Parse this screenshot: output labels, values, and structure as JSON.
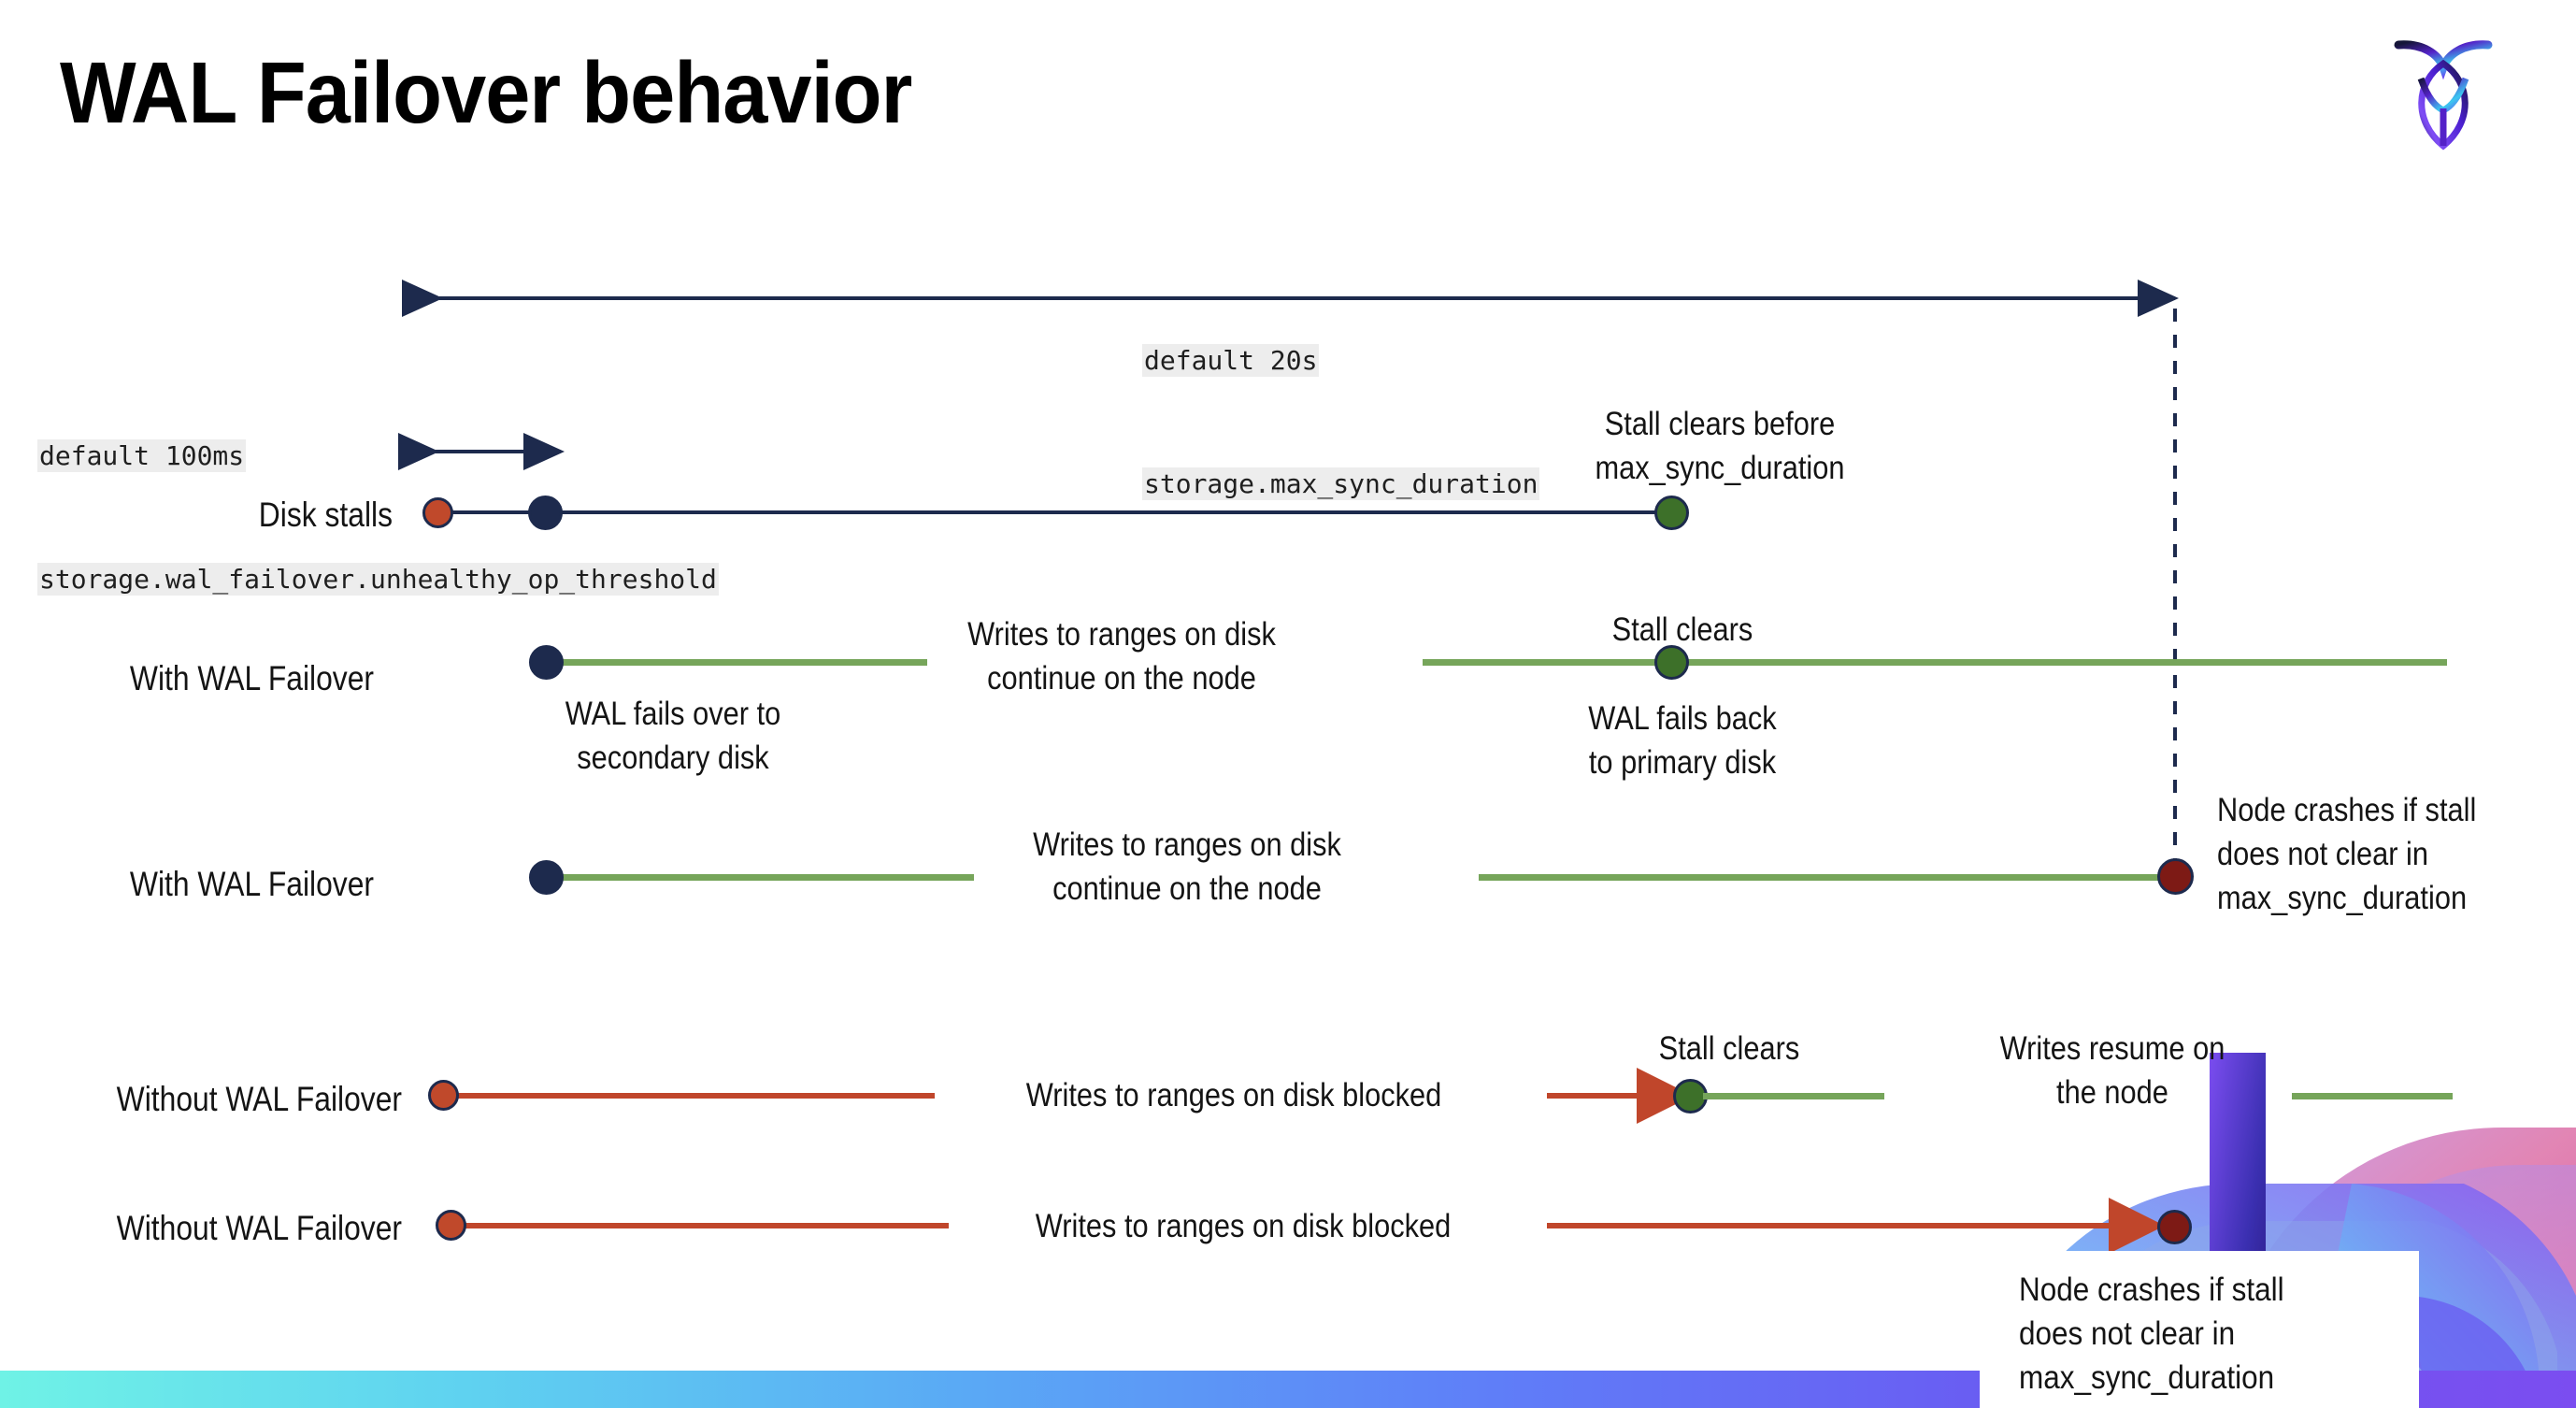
{
  "slide": {
    "title": "WAL Failover behavior",
    "logo_name": "cockroachdb-logo"
  },
  "settings": {
    "top": {
      "default_line": "default 20s",
      "setting_line": "storage.max_sync_duration"
    },
    "left": {
      "default_line": "default 100ms",
      "setting_line": "storage.wal_failover.unhealthy_op_threshold"
    }
  },
  "rows": [
    {
      "label": "Disk stalls",
      "annotations": [
        "Stall clears before\nmax_sync_duration"
      ]
    },
    {
      "label": "With WAL Failover",
      "annotations": [
        "WAL fails over to\nsecondary disk",
        "Writes to ranges on disk\ncontinue on the node",
        "Stall clears",
        "WAL fails  back\nto primary disk"
      ]
    },
    {
      "label": "With WAL Failover",
      "annotations": [
        "Writes to ranges on disk\ncontinue on the node",
        "Node crashes if stall\ndoes not clear in\nmax_sync_duration"
      ]
    },
    {
      "label": "Without WAL Failover",
      "annotations": [
        "Writes to ranges on disk  blocked",
        "Stall clears",
        "Writes resume on\nthe node"
      ]
    },
    {
      "label": "Without WAL Failover",
      "annotations": [
        "Writes to ranges on disk  blocked",
        "Node crashes if stall\ndoes not clear in\nmax_sync_duration"
      ]
    }
  ],
  "colors": {
    "navy": "#1d2a4d",
    "green_line": "#76a55a",
    "green_dot": "#3d7029",
    "red_line": "#c0462b",
    "red_dot": "#7d1a15",
    "orange_dot": "#c0492b",
    "code_bg": "#ededed",
    "bottom_bar_start": "#6ff2e6",
    "bottom_bar_end": "#7b4df0"
  }
}
